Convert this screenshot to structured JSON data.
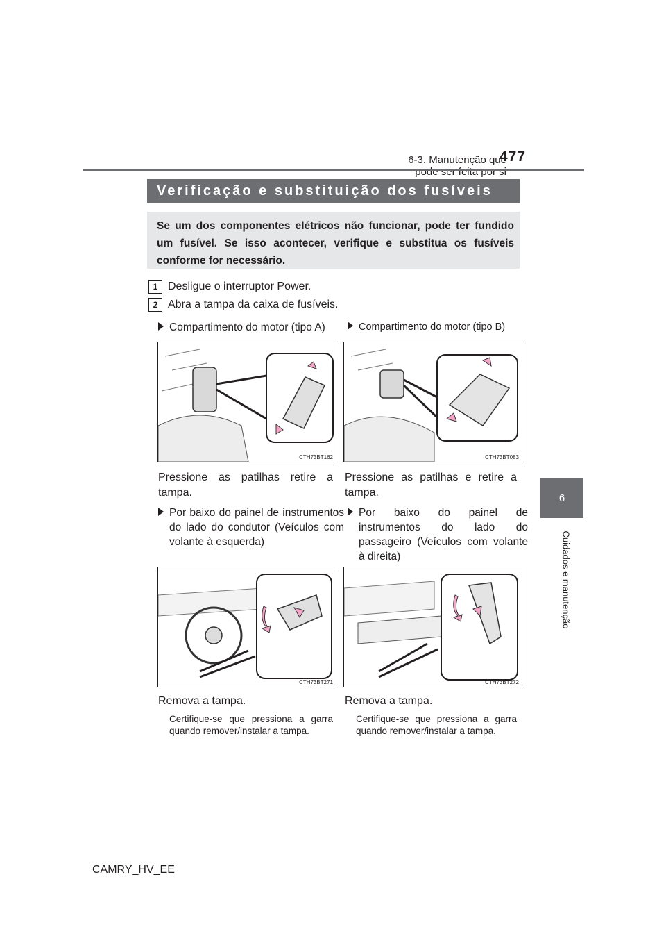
{
  "header": {
    "section": "6-3. Manutenção que pode ser feita por si",
    "page_number": "477"
  },
  "side": {
    "tab_number": "6",
    "tab_label": "Cuidados e manutenção"
  },
  "section_title": "Verificação e substituição dos fusíveis",
  "intro": "Se um dos componentes elétricos não funcionar, pode ter fundido um fusível. Se isso acontecer, verifique e substitua os fusíveis conforme for necessário.",
  "steps": [
    {
      "num": "1",
      "text": "Desligue o interruptor Power."
    },
    {
      "num": "2",
      "text": "Abra a tampa da caixa de fusíveis."
    }
  ],
  "left_column": {
    "bullet_1": "Compartimento do motor (tipo A)",
    "figure_1_code": "CTH73BT162",
    "caption_1": "Pressione as patilhas retire a tampa.",
    "bullet_2": "Por baixo do painel de instrumentos do lado do condutor (Veículos com volante à esquerda)",
    "figure_2_code": "CTH73BT271",
    "caption_2": "Remova a tampa.",
    "note_2": "Certifique-se que pressiona a garra quando remover/instalar a tampa."
  },
  "right_column": {
    "bullet_1": "Compartimento do motor (tipo B)",
    "figure_1_code": "CTH73BT083",
    "caption_1": "Pressione as patilhas e retire a tampa.",
    "bullet_2": "Por baixo do painel de instrumentos do lado do passageiro (Veículos com volante à direita)",
    "figure_2_code": "CTH73BT272",
    "caption_2": "Remova a tampa.",
    "note_2": "Certifique-se que pressiona a garra quando remover/instalar a tampa."
  },
  "footer": "CAMRY_HV_EE",
  "colors": {
    "band": "#6d6e71",
    "intro_bg": "#e6e7e8",
    "arrow": "#f4a6c8",
    "text": "#231f20"
  }
}
